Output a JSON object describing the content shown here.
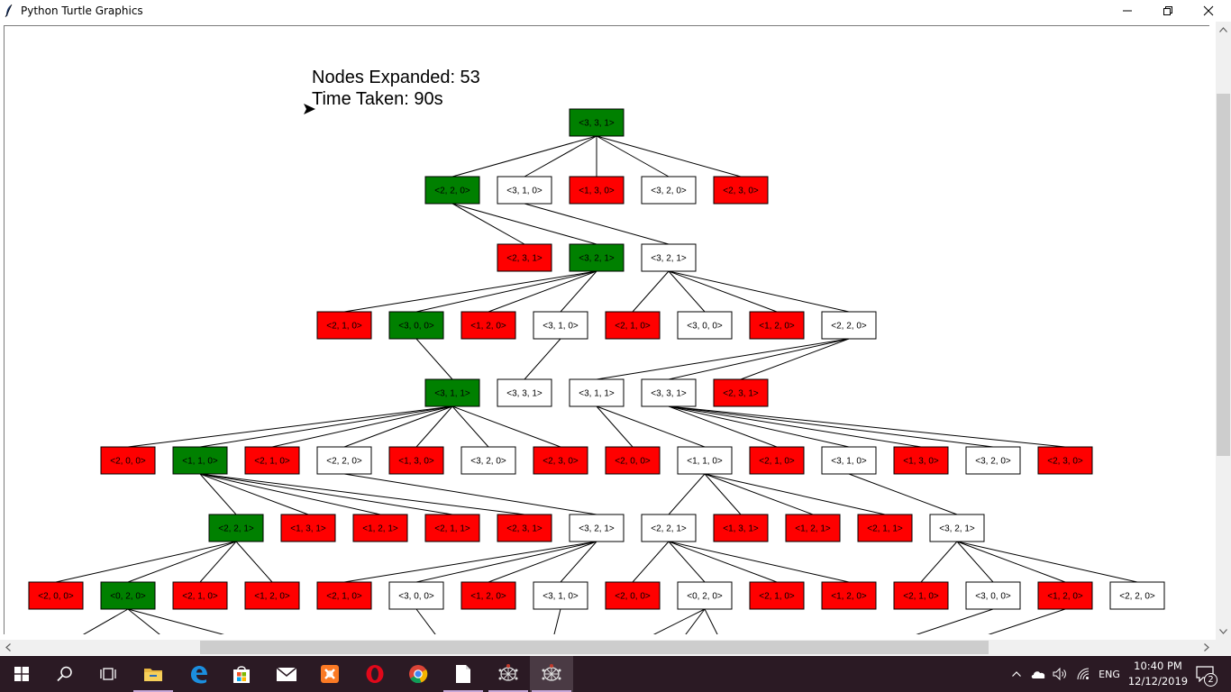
{
  "window": {
    "title": "Python Turtle Graphics",
    "icon": "feather-icon"
  },
  "stats": {
    "nodes_expanded": "Nodes Expanded: 53",
    "time_taken": "Time Taken: 90s"
  },
  "colors": {
    "expanded": "#008000",
    "invalid": "#ff0000",
    "unexpanded": "#ffffff",
    "taskbar": "#2b1a24"
  },
  "tree": {
    "levels": [
      [
        {
          "label": "<3, 3, 1>",
          "state": "expanded"
        }
      ],
      [
        {
          "label": "<2, 2, 0>",
          "state": "expanded"
        },
        {
          "label": "<3, 1, 0>",
          "state": "unexpanded"
        },
        {
          "label": "<1, 3, 0>",
          "state": "invalid"
        },
        {
          "label": "<3, 2, 0>",
          "state": "unexpanded"
        },
        {
          "label": "<2, 3, 0>",
          "state": "invalid"
        }
      ],
      [
        {
          "label": "<2, 3, 1>",
          "state": "invalid"
        },
        {
          "label": "<3, 2, 1>",
          "state": "expanded"
        },
        {
          "label": "<3, 2, 1>",
          "state": "unexpanded"
        }
      ],
      [
        {
          "label": "<2, 1, 0>",
          "state": "invalid"
        },
        {
          "label": "<3, 0, 0>",
          "state": "expanded"
        },
        {
          "label": "<1, 2, 0>",
          "state": "invalid"
        },
        {
          "label": "<3, 1, 0>",
          "state": "unexpanded"
        },
        {
          "label": "<2, 1, 0>",
          "state": "invalid"
        },
        {
          "label": "<3, 0, 0>",
          "state": "unexpanded"
        },
        {
          "label": "<1, 2, 0>",
          "state": "invalid"
        },
        {
          "label": "<2, 2, 0>",
          "state": "unexpanded"
        }
      ],
      [
        {
          "label": "<3, 1, 1>",
          "state": "expanded"
        },
        {
          "label": "<3, 3, 1>",
          "state": "unexpanded"
        },
        {
          "label": "<3, 1, 1>",
          "state": "unexpanded"
        },
        {
          "label": "<3, 3, 1>",
          "state": "unexpanded"
        },
        {
          "label": "<2, 3, 1>",
          "state": "invalid"
        }
      ],
      [
        {
          "label": "<2, 0, 0>",
          "state": "invalid"
        },
        {
          "label": "<1, 1, 0>",
          "state": "expanded"
        },
        {
          "label": "<2, 1, 0>",
          "state": "invalid"
        },
        {
          "label": "<2, 2, 0>",
          "state": "unexpanded"
        },
        {
          "label": "<1, 3, 0>",
          "state": "invalid"
        },
        {
          "label": "<3, 2, 0>",
          "state": "unexpanded"
        },
        {
          "label": "<2, 3, 0>",
          "state": "invalid"
        },
        {
          "label": "<2, 0, 0>",
          "state": "invalid"
        },
        {
          "label": "<1, 1, 0>",
          "state": "unexpanded"
        },
        {
          "label": "<2, 1, 0>",
          "state": "invalid"
        },
        {
          "label": "<3, 1, 0>",
          "state": "unexpanded"
        },
        {
          "label": "<1, 3, 0>",
          "state": "invalid"
        },
        {
          "label": "<3, 2, 0>",
          "state": "unexpanded"
        },
        {
          "label": "<2, 3, 0>",
          "state": "invalid"
        }
      ],
      [
        {
          "label": "<2, 2, 1>",
          "state": "expanded"
        },
        {
          "label": "<1, 3, 1>",
          "state": "invalid"
        },
        {
          "label": "<1, 2, 1>",
          "state": "invalid"
        },
        {
          "label": "<2, 1, 1>",
          "state": "invalid"
        },
        {
          "label": "<2, 3, 1>",
          "state": "invalid"
        },
        {
          "label": "<3, 2, 1>",
          "state": "unexpanded"
        },
        {
          "label": "<2, 2, 1>",
          "state": "unexpanded"
        },
        {
          "label": "<1, 3, 1>",
          "state": "invalid"
        },
        {
          "label": "<1, 2, 1>",
          "state": "invalid"
        },
        {
          "label": "<2, 1, 1>",
          "state": "invalid"
        },
        {
          "label": "<3, 2, 1>",
          "state": "unexpanded"
        }
      ],
      [
        {
          "label": "<2, 0, 0>",
          "state": "invalid"
        },
        {
          "label": "<0, 2, 0>",
          "state": "expanded"
        },
        {
          "label": "<2, 1, 0>",
          "state": "invalid"
        },
        {
          "label": "<1, 2, 0>",
          "state": "invalid"
        },
        {
          "label": "<2, 1, 0>",
          "state": "invalid"
        },
        {
          "label": "<3, 0, 0>",
          "state": "unexpanded"
        },
        {
          "label": "<1, 2, 0>",
          "state": "invalid"
        },
        {
          "label": "<3, 1, 0>",
          "state": "unexpanded"
        },
        {
          "label": "<2, 0, 0>",
          "state": "invalid"
        },
        {
          "label": "<0, 2, 0>",
          "state": "unexpanded"
        },
        {
          "label": "<2, 1, 0>",
          "state": "invalid"
        },
        {
          "label": "<1, 2, 0>",
          "state": "invalid"
        },
        {
          "label": "<2, 1, 0>",
          "state": "invalid"
        },
        {
          "label": "<3, 0, 0>",
          "state": "unexpanded"
        },
        {
          "label": "<1, 2, 0>",
          "state": "invalid"
        },
        {
          "label": "<2, 2, 0>",
          "state": "unexpanded"
        }
      ]
    ],
    "edges": [
      [
        [
          0,
          0
        ],
        [
          0,
          1
        ],
        [
          0,
          2
        ],
        [
          0,
          3
        ],
        [
          0,
          4
        ]
      ],
      [
        [
          0,
          0
        ],
        [
          0,
          1
        ],
        [
          1,
          2
        ]
      ],
      [
        [
          1,
          0
        ],
        [
          1,
          1
        ],
        [
          1,
          2
        ],
        [
          1,
          3
        ],
        [
          2,
          4
        ],
        [
          2,
          5
        ],
        [
          2,
          6
        ],
        [
          2,
          7
        ]
      ],
      [
        [
          1,
          0
        ],
        [
          3,
          1
        ],
        [
          7,
          2
        ],
        [
          7,
          3
        ],
        [
          7,
          4
        ]
      ],
      [
        [
          0,
          0
        ],
        [
          0,
          1
        ],
        [
          0,
          2
        ],
        [
          0,
          3
        ],
        [
          0,
          4
        ],
        [
          0,
          5
        ],
        [
          0,
          6
        ],
        [
          2,
          7
        ],
        [
          2,
          8
        ],
        [
          3,
          9
        ],
        [
          3,
          10
        ],
        [
          3,
          11
        ],
        [
          3,
          12
        ],
        [
          3,
          13
        ]
      ],
      [
        [
          1,
          0
        ],
        [
          1,
          1
        ],
        [
          1,
          2
        ],
        [
          1,
          3
        ],
        [
          1,
          4
        ],
        [
          3,
          5
        ],
        [
          8,
          6
        ],
        [
          8,
          7
        ],
        [
          8,
          8
        ],
        [
          8,
          9
        ],
        [
          10,
          10
        ]
      ],
      [
        [
          0,
          0
        ],
        [
          0,
          1
        ],
        [
          0,
          2
        ],
        [
          0,
          3
        ],
        [
          5,
          4
        ],
        [
          5,
          5
        ],
        [
          5,
          6
        ],
        [
          5,
          7
        ],
        [
          6,
          8
        ],
        [
          6,
          9
        ],
        [
          6,
          10
        ],
        [
          6,
          11
        ],
        [
          10,
          12
        ],
        [
          10,
          13
        ],
        [
          10,
          14
        ],
        [
          10,
          15
        ]
      ]
    ]
  },
  "taskbar": {
    "apps": [
      {
        "name": "start-button",
        "icon": "windows-logo-icon"
      },
      {
        "name": "search-button",
        "icon": "search-icon"
      },
      {
        "name": "task-view-button",
        "icon": "task-view-icon"
      },
      {
        "name": "file-explorer-app",
        "icon": "folder-icon"
      },
      {
        "name": "edge-app",
        "icon": "edge-icon"
      },
      {
        "name": "store-app",
        "icon": "store-icon"
      },
      {
        "name": "mail-app",
        "icon": "mail-icon"
      },
      {
        "name": "xampp-app",
        "icon": "xampp-icon"
      },
      {
        "name": "opera-app",
        "icon": "opera-icon"
      },
      {
        "name": "chrome-app",
        "icon": "chrome-icon"
      },
      {
        "name": "document-app",
        "icon": "document-icon"
      },
      {
        "name": "python-turtle-app-1",
        "icon": "turtle-icon"
      },
      {
        "name": "python-turtle-app-2",
        "icon": "turtle-icon"
      }
    ],
    "tray": {
      "language": "ENG",
      "time": "10:40 PM",
      "date": "12/12/2019",
      "notifications": "2"
    }
  }
}
